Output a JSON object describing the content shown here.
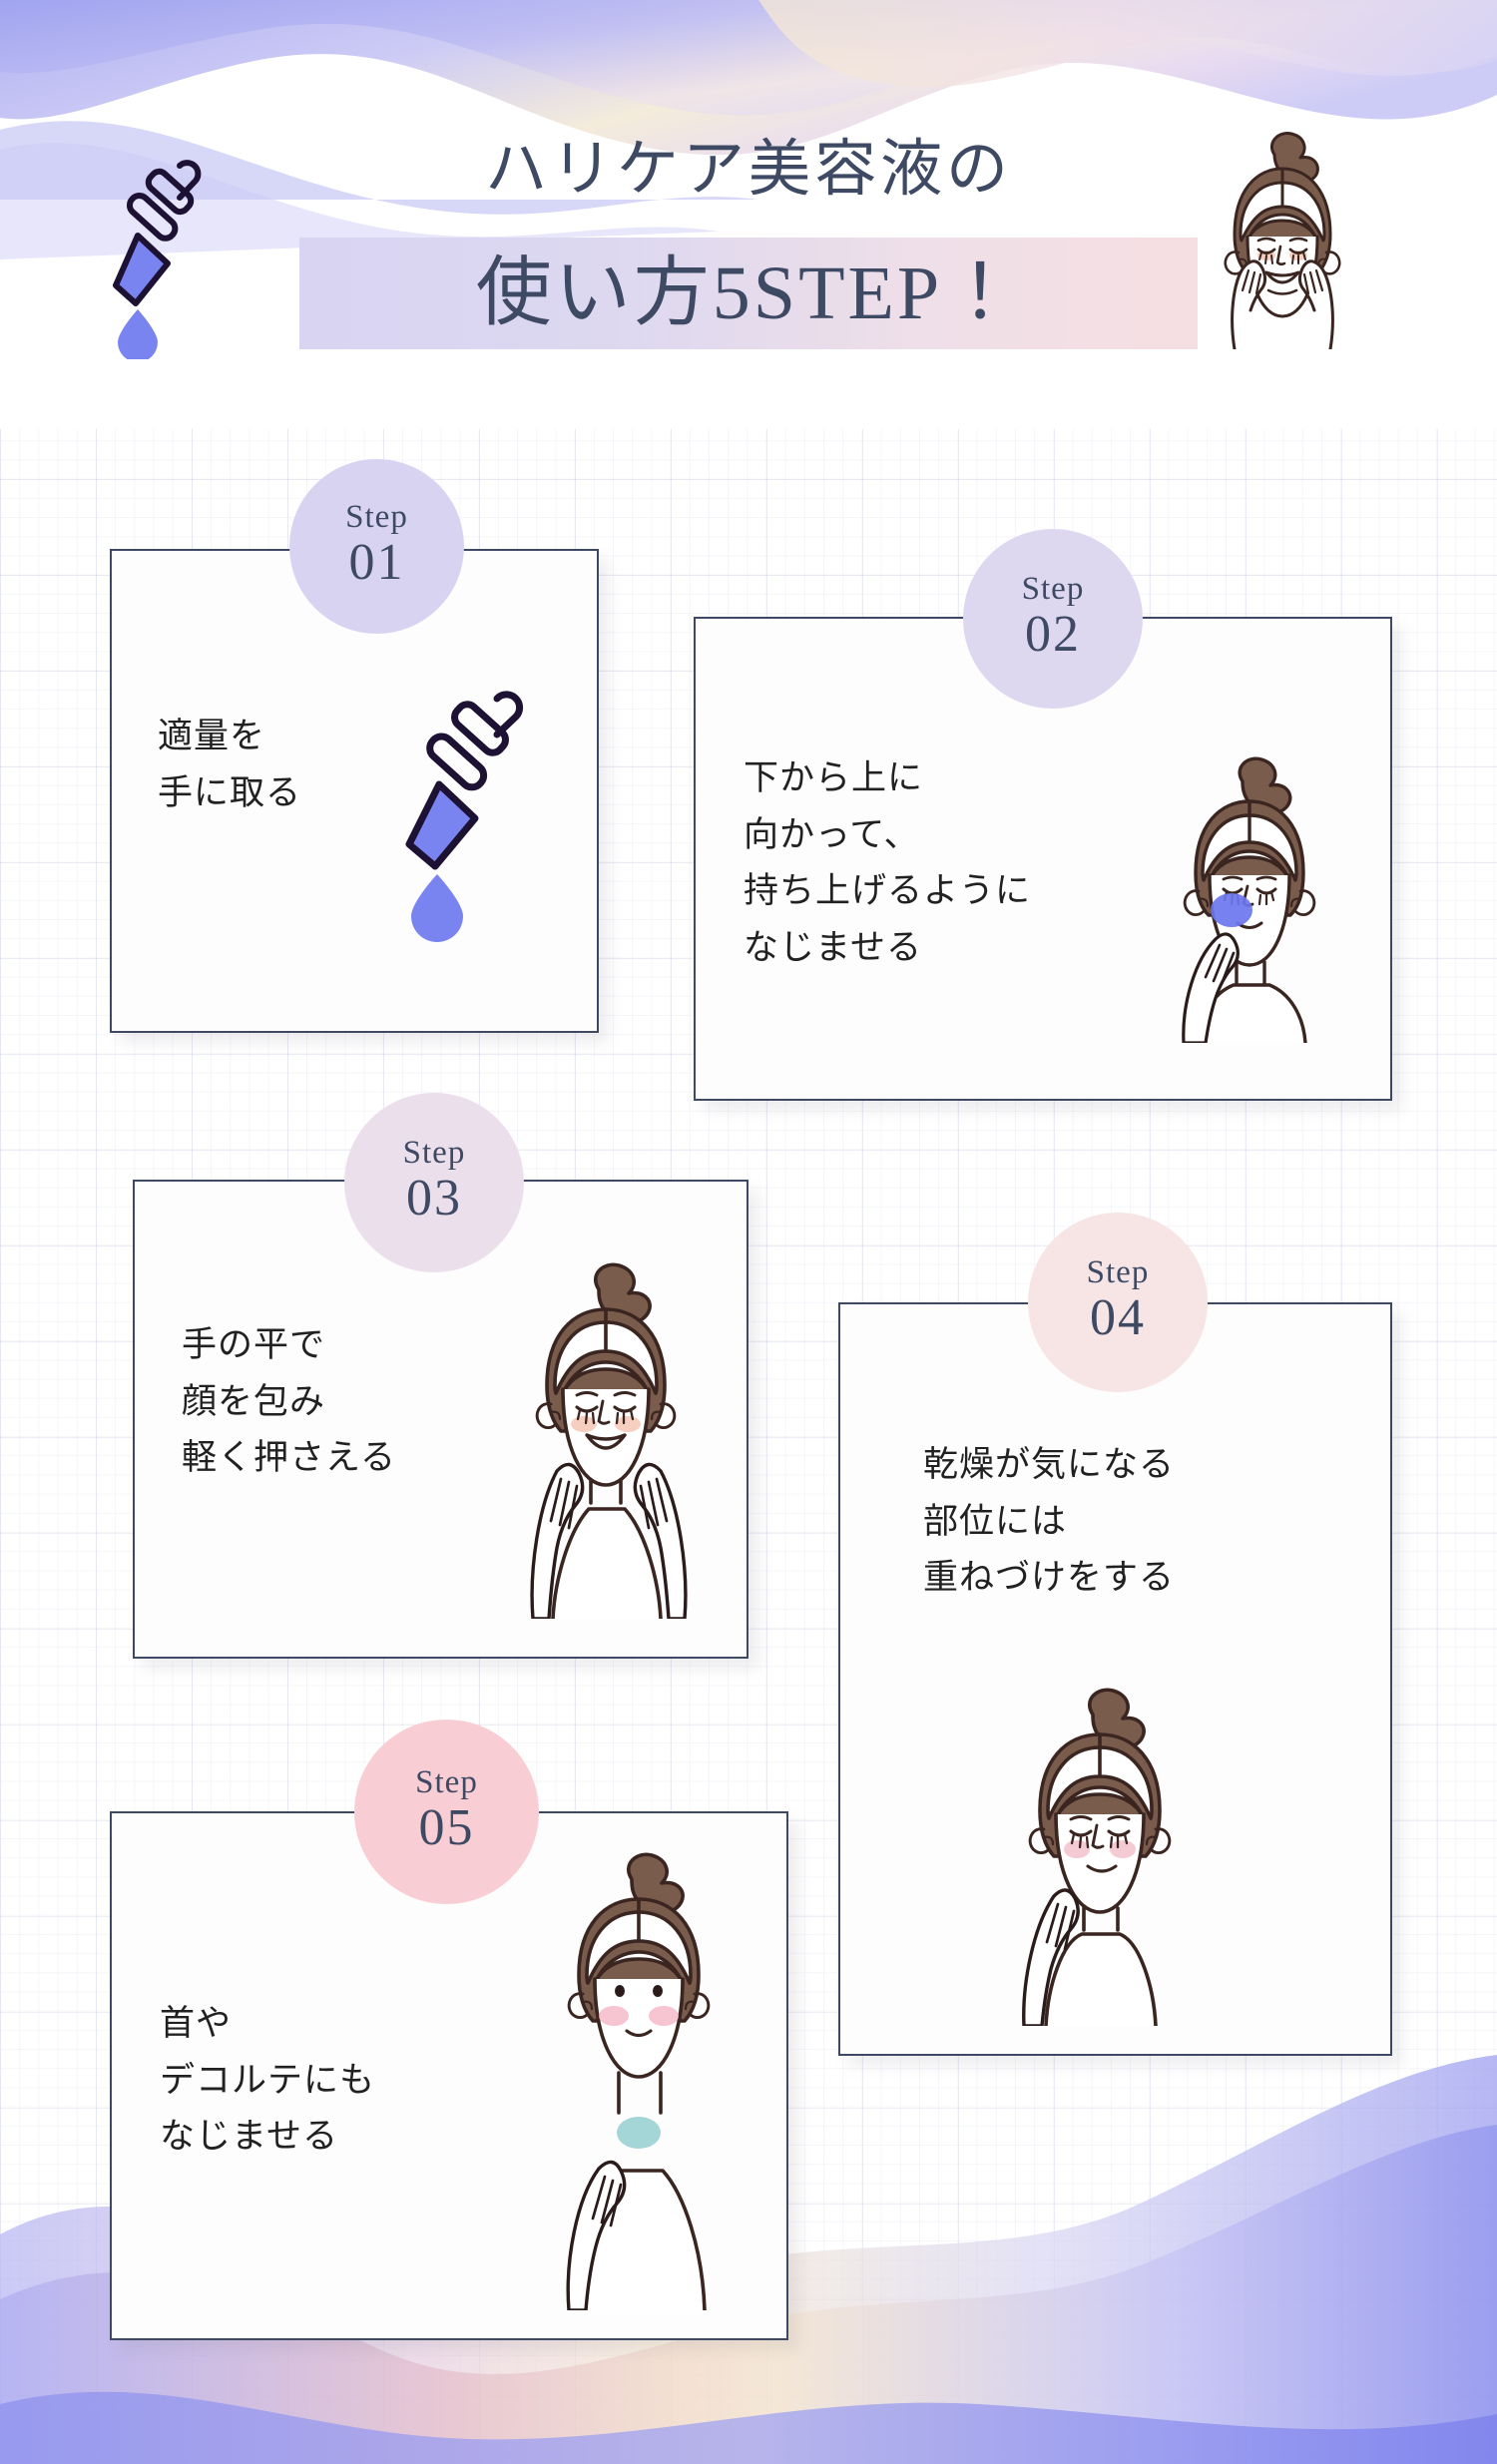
{
  "header": {
    "title_line1": "ハリケア美容液の",
    "title_line2": "使い方5STEP！",
    "dropper_icon": "dropper-icon",
    "face_icon": "face-hands-cheeks-icon",
    "banner_gradient": [
      "#d8d4f2",
      "#f6dfe2"
    ],
    "title_color": "#3e4a63"
  },
  "steps": [
    {
      "badge_word": "Step",
      "badge_num": "01",
      "badge_color": "#d9d3f2",
      "text": "適量を\n手に取る",
      "illustration": "dropper-drop-icon"
    },
    {
      "badge_word": "Step",
      "badge_num": "02",
      "badge_color": "#ddd7f0",
      "text": "下から上に\n向かって、\n持ち上げるように\nなじませる",
      "illustration": "face-applying-cheek-icon"
    },
    {
      "badge_word": "Step",
      "badge_num": "03",
      "badge_color": "#ecdfec",
      "text": "手の平で\n顔を包み\n軽く押さえる",
      "illustration": "face-hands-cupping-icon"
    },
    {
      "badge_word": "Step",
      "badge_num": "04",
      "badge_color": "#f7e4e4",
      "text": "乾燥が気になる\n部位には\n重ねづけをする",
      "illustration": "face-touching-cheek-icon"
    },
    {
      "badge_word": "Step",
      "badge_num": "05",
      "badge_color": "#f9cdd4",
      "text": "首や\nデコルテにも\nなじませる",
      "illustration": "face-neck-decollete-icon"
    }
  ],
  "theme": {
    "card_border": "#3e4a63",
    "card_bg": "#fdfdfd",
    "body_text": "#212121",
    "accent_blue": "#6b76ee",
    "hair_brown": "#7a5c4d",
    "outline": "#2b1b1b",
    "cheek_pink": "#f6cfc0",
    "grid_line": "#7882b4"
  }
}
